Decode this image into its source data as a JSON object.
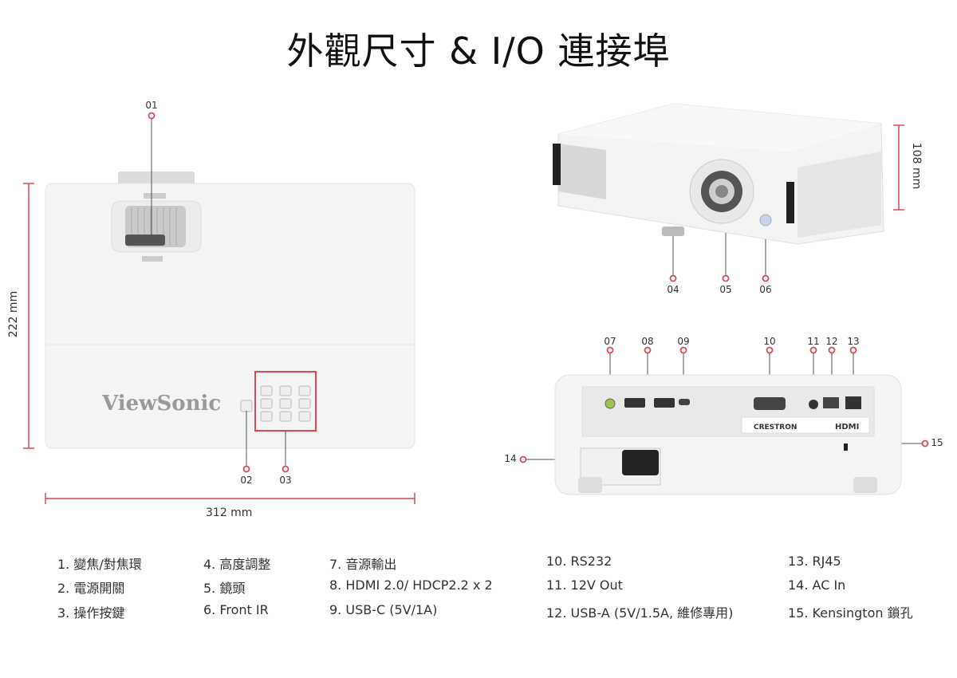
{
  "title": "外觀尺寸 & I/O 連接埠",
  "dimensions": {
    "height_top": "222 mm",
    "width_top": "312 mm",
    "height_side": "108 mm"
  },
  "brand": "ViewSonic",
  "callouts": [
    "01",
    "02",
    "03",
    "04",
    "05",
    "06",
    "07",
    "08",
    "09",
    "10",
    "11",
    "12",
    "13",
    "14",
    "15"
  ],
  "legend": [
    [
      "1. 變焦/對焦環",
      "2. 電源開關",
      "3. 操作按鍵"
    ],
    [
      "4. 高度調整",
      "5. 鏡頭",
      "6. Front IR"
    ],
    [
      "7. 音源輸出",
      "8. HDMI 2.0/ HDCP2.2 x 2",
      "9. USB-C (5V/1A)"
    ],
    [
      "10. RS232",
      "11. 12V Out",
      "12. USB-A (5V/1.5A, 維修專用)"
    ],
    [
      "13. RJ45",
      "14. AC In",
      "15. Kensington 鎖孔"
    ]
  ],
  "colors": {
    "accent": "#d94a5a",
    "body": "#f2f2f2"
  }
}
